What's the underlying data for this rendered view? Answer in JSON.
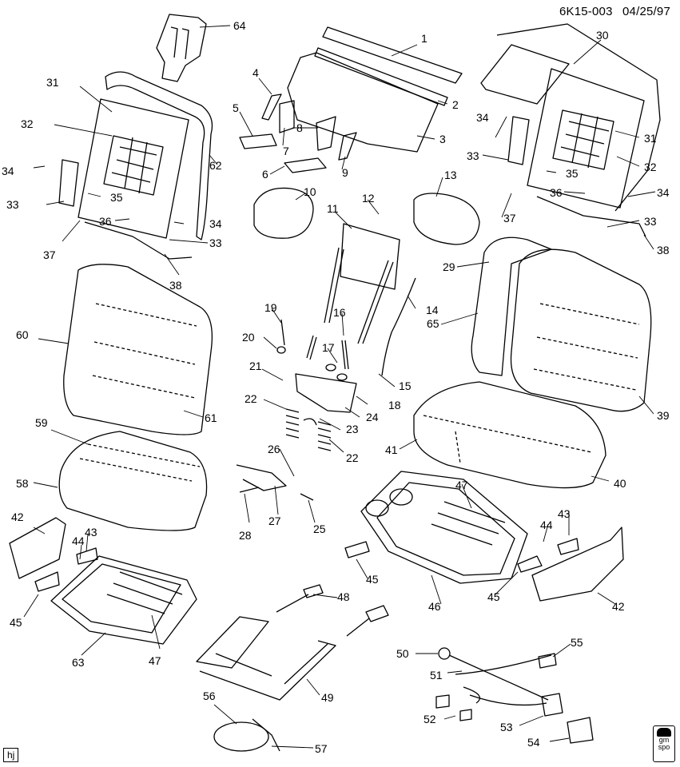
{
  "header": {
    "drawing_code": "6K15-003",
    "date": "04/25/97"
  },
  "corner_mark": "hj",
  "logo": {
    "line1": "gm",
    "line2": "spo"
  },
  "callouts": [
    "1",
    "2",
    "3",
    "4",
    "5",
    "6",
    "7",
    "8",
    "9",
    "10",
    "11",
    "12",
    "13",
    "14",
    "15",
    "16",
    "17",
    "18",
    "19",
    "20",
    "21",
    "22",
    "22",
    "23",
    "24",
    "25",
    "26",
    "27",
    "28",
    "29",
    "30",
    "31",
    "31",
    "32",
    "32",
    "33",
    "33",
    "33",
    "33",
    "34",
    "34",
    "34",
    "34",
    "35",
    "35",
    "36",
    "36",
    "37",
    "37",
    "38",
    "38",
    "39",
    "40",
    "41",
    "42",
    "42",
    "43",
    "43",
    "44",
    "44",
    "45",
    "45",
    "45",
    "46",
    "47",
    "47",
    "48",
    "49",
    "50",
    "51",
    "52",
    "53",
    "54",
    "55",
    "56",
    "57",
    "58",
    "59",
    "60",
    "61",
    "62",
    "63",
    "64",
    "65"
  ]
}
